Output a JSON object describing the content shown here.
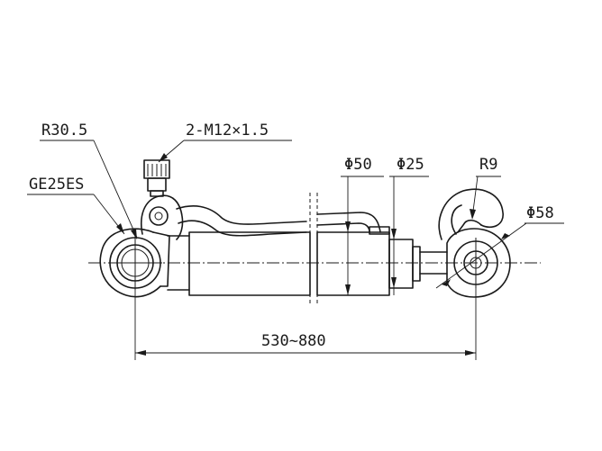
{
  "labels": {
    "radius_eye": "R30.5",
    "thread": "2-M12×1.5",
    "bearing": "GE25ES",
    "dia_cylinder": "Φ50",
    "dia_rod": "Φ25",
    "radius_hook": "R9",
    "dia_eye": "Φ58",
    "length": "530~880"
  }
}
